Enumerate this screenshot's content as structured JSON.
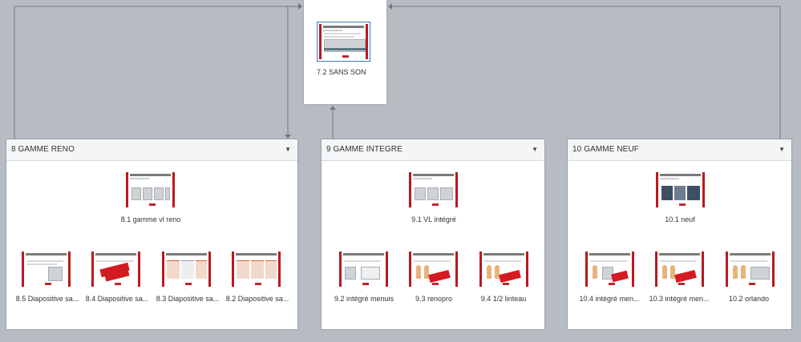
{
  "top_slide": {
    "label": "7.2 SANS SON"
  },
  "panels": [
    {
      "title": "8 GAMME RENO",
      "main": {
        "label": "8.1 gamme vl reno"
      },
      "children": [
        {
          "label": "8.5 Diapositive sa..."
        },
        {
          "label": "8.4 Diapositive sa..."
        },
        {
          "label": "8.3 Diapositive sa..."
        },
        {
          "label": "8.2 Diapositive sa..."
        }
      ]
    },
    {
      "title": "9 GAMME INTEGRE",
      "main": {
        "label": "9.1 VL intégré"
      },
      "children": [
        {
          "label": "9.2 intégré menuis"
        },
        {
          "label": "9.3 renopro"
        },
        {
          "label": "9.4 1/2 linteau"
        }
      ]
    },
    {
      "title": "10 GAMME NEUF",
      "main": {
        "label": "10.1 neuf"
      },
      "children": [
        {
          "label": "10.4 intégré men..."
        },
        {
          "label": "10.3 intégré men..."
        },
        {
          "label": "10.2 orlando"
        }
      ]
    }
  ],
  "colors": {
    "canvas": "#b7bcc3",
    "connector": "#6f7780",
    "slide_accent": "#b8191f",
    "selection": "#3b78c8"
  },
  "icons": {
    "collapse": "caret-down-icon"
  }
}
